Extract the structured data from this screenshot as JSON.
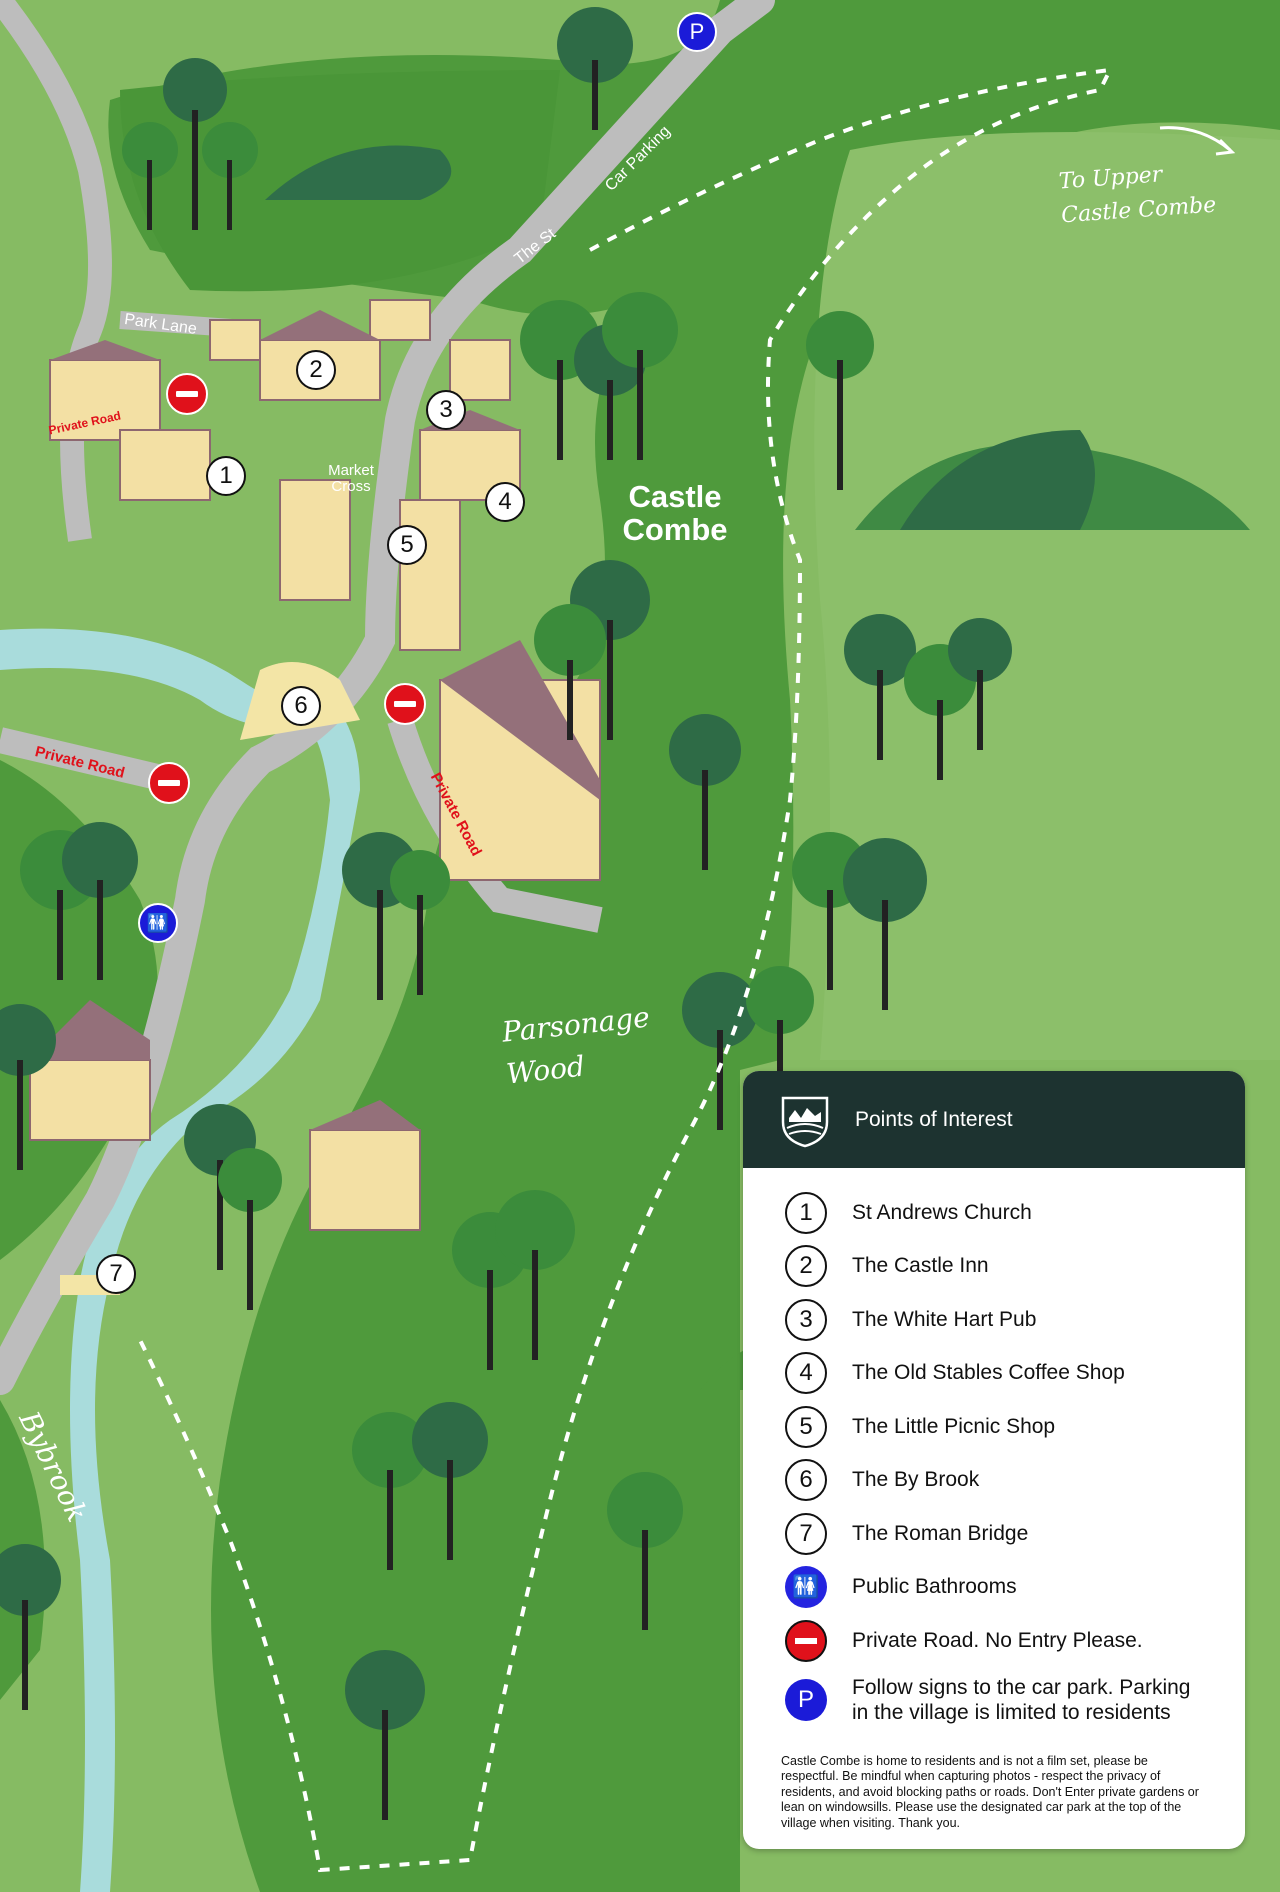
{
  "map": {
    "village_name": "Castle\nCombe",
    "labels": {
      "market_cross": "Market\nCross",
      "park_lane": "Park Lane",
      "the_st": "The St",
      "car_parking": "Car Parking",
      "private_road": "Private Road",
      "parsonage_wood": "Parsonage\nWood",
      "bybrook": "Bybrook",
      "to_upper": "To Upper\nCastle Combe"
    },
    "markers": [
      "1",
      "2",
      "3",
      "4",
      "5",
      "6",
      "7"
    ],
    "parking_symbol": "P",
    "bathroom_symbol": "🚻"
  },
  "legend": {
    "title": "Points of Interest",
    "items": [
      {
        "symbol": "1",
        "label": "St Andrews Church"
      },
      {
        "symbol": "2",
        "label": "The Castle Inn"
      },
      {
        "symbol": "3",
        "label": "The White Hart Pub"
      },
      {
        "symbol": "4",
        "label": "The Old Stables Coffee Shop"
      },
      {
        "symbol": "5",
        "label": "The Little Picnic Shop"
      },
      {
        "symbol": "6",
        "label": "The By Brook"
      },
      {
        "symbol": "7",
        "label": "The Roman Bridge"
      },
      {
        "symbol": "bathroom-icon",
        "label": "Public Bathrooms"
      },
      {
        "symbol": "no-entry-icon",
        "label": "Private Road. No Entry Please."
      },
      {
        "symbol": "P",
        "label": "Follow signs to the car park. Parking\nin the village is limited to residents"
      }
    ],
    "note": "Castle Combe is home to residents and is not a film set, please be respectful. Be mindful when capturing photos - respect the privacy of residents, and avoid blocking paths or roads. Don't Enter private gardens or lean on windowsills. Please use the designated car park at the top of the village when visiting. Thank you."
  },
  "colors": {
    "grass_light": "#8cbf6a",
    "grass_dark": "#4f9a3c",
    "road": "#bdbdbd",
    "river": "#a9dcdc",
    "no_entry_red": "#e0111b",
    "marker_blue": "#1b1bd8",
    "legend_header": "#1d3330"
  }
}
